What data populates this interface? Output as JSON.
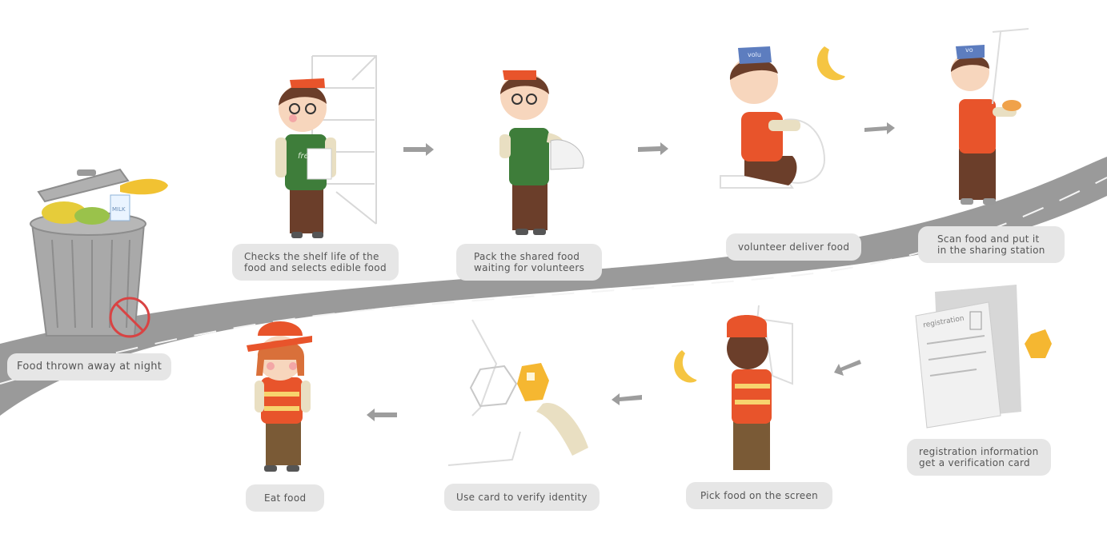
{
  "steps": {
    "trash": {
      "lines": [
        "Food thrown away at night"
      ]
    },
    "check": {
      "lines": [
        "Checks the shelf life of the",
        "food and selects edible food"
      ]
    },
    "pack": {
      "lines": [
        "Pack the shared food",
        "waiting for volunteers"
      ]
    },
    "deliver": {
      "lines": [
        "volunteer deliver food"
      ]
    },
    "scan": {
      "lines": [
        "Scan food and put it",
        "in the sharing station"
      ]
    },
    "register": {
      "lines": [
        "registration information",
        "get a verification card"
      ]
    },
    "pick": {
      "lines": [
        "Pick food on the screen"
      ]
    },
    "verify": {
      "lines": [
        "Use card to verify identity"
      ]
    },
    "eat": {
      "lines": [
        "Eat food"
      ]
    }
  },
  "art_text": {
    "shirt_text": "fre",
    "cap_text_1": "volu",
    "cap_text_2": "vo",
    "bin_text": "MILK",
    "paper_text": "registration"
  },
  "colors": {
    "road": "#9a9a9a",
    "arrow": "#9d9d9d",
    "label_bg": "#e6e6e6",
    "label_text": "#555555",
    "orange": "#e8542b",
    "green": "#3e7d3a",
    "moon": "#f5c542",
    "brown": "#6b3e2a"
  },
  "icons": [
    "trash-can-icon",
    "no-sign-icon",
    "moon-icon",
    "arrow-icon",
    "hexagon-card-icon"
  ]
}
